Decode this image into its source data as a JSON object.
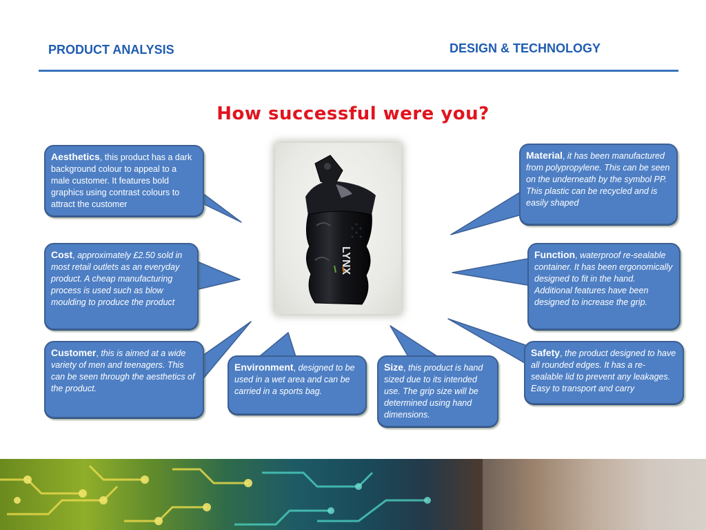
{
  "header": {
    "left_title": "PRODUCT ANALYSIS",
    "right_title": "DESIGN & TECHNOLOGY"
  },
  "slide": {
    "title": "How successful were you?"
  },
  "photo": {
    "brand_text": "LYNX"
  },
  "bubbles": {
    "aesthetics": {
      "label": "Aesthetics",
      "sep": ", ",
      "text": "this product has a dark background colour to appeal to a male customer. It features bold graphics using contrast colours to attract the customer"
    },
    "cost": {
      "label": "Cost",
      "sep": ", ",
      "text": "approximately £2.50 sold in most retail outlets as an everyday product. A cheap manufacturing process is used such as blow moulding to produce the product"
    },
    "customer": {
      "label": "Customer",
      "sep": ", ",
      "text": "this is aimed at a wide variety of men and teenagers. This can be seen through the aesthetics of the product."
    },
    "environment": {
      "label": "Environment",
      "sep": ", ",
      "text": "designed to be used in a wet area and can be carried in a sports bag."
    },
    "size": {
      "label": "Size",
      "sep": ", ",
      "text": "this product is hand sized due to its intended use. The grip size will be determined using hand dimensions."
    },
    "material": {
      "label": "Material",
      "sep": ", ",
      "text": "it has been manufactured from polypropylene. This can be seen on the underneath by the symbol PP. This plastic can be recycled and is easily shaped"
    },
    "function": {
      "label": "Function",
      "sep": ", ",
      "text": "waterproof re-sealable container. It has been ergonomically designed to fit in the hand. Additional features have been designed  to increase the grip."
    },
    "safety": {
      "label": "Safety",
      "sep": ", ",
      "text": "the product designed to have all rounded edges. It has a re-sealable lid to prevent any leakages. Easy to transport and carry"
    }
  },
  "colors": {
    "header_blue": "#1f5cb0",
    "title_red": "#e0141e",
    "bubble_fill": "#4e7fc4",
    "bubble_border": "#3c5f93"
  }
}
